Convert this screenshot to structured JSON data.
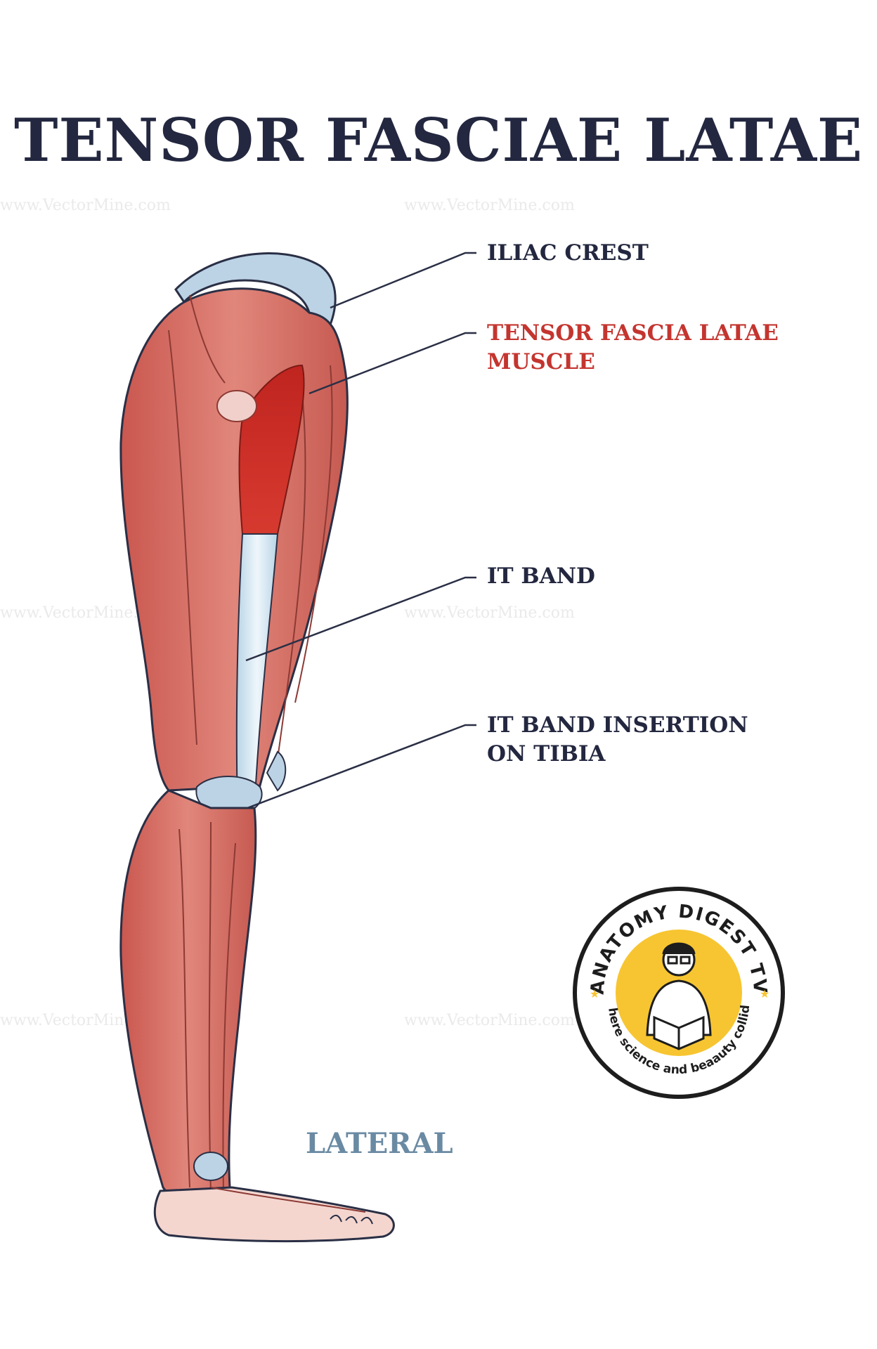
{
  "title": "TENSOR FASCIAE LATAE",
  "labels": {
    "iliac_crest": "ILIAC CREST",
    "tensor_muscle": "TENSOR FASCIA LATAE\nMUSCLE",
    "it_band": "IT BAND",
    "it_band_insertion": "IT BAND INSERTION\nON TIBIA",
    "view": "LATERAL"
  },
  "watermark": "www.VectorMine.com",
  "logo": {
    "top_text": "ANATOMY DIGEST TV",
    "bottom_text": "where science and beaauty collide",
    "icon": "doctor-reading-book-icon"
  },
  "colors": {
    "title": "#23273f",
    "highlight": "#c4352f",
    "muscle": "#d9766c",
    "tendon": "#c9dde9",
    "logo_yellow": "#f7c531"
  }
}
